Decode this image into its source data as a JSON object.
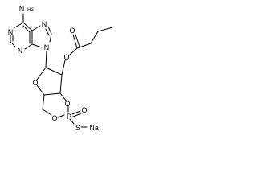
{
  "structure": {
    "atoms": {
      "amine_n": "N",
      "amine_h2": "H2",
      "pyr_n1": "N",
      "pyr_n3": "N",
      "im_n7": "N",
      "im_n9": "N",
      "ester_o": "O",
      "carbonyl_o": "O",
      "ring_o": "O",
      "o3": "O",
      "o5": "O",
      "p": "P",
      "p_oxo": "O",
      "s": "S",
      "na": "Na"
    }
  }
}
